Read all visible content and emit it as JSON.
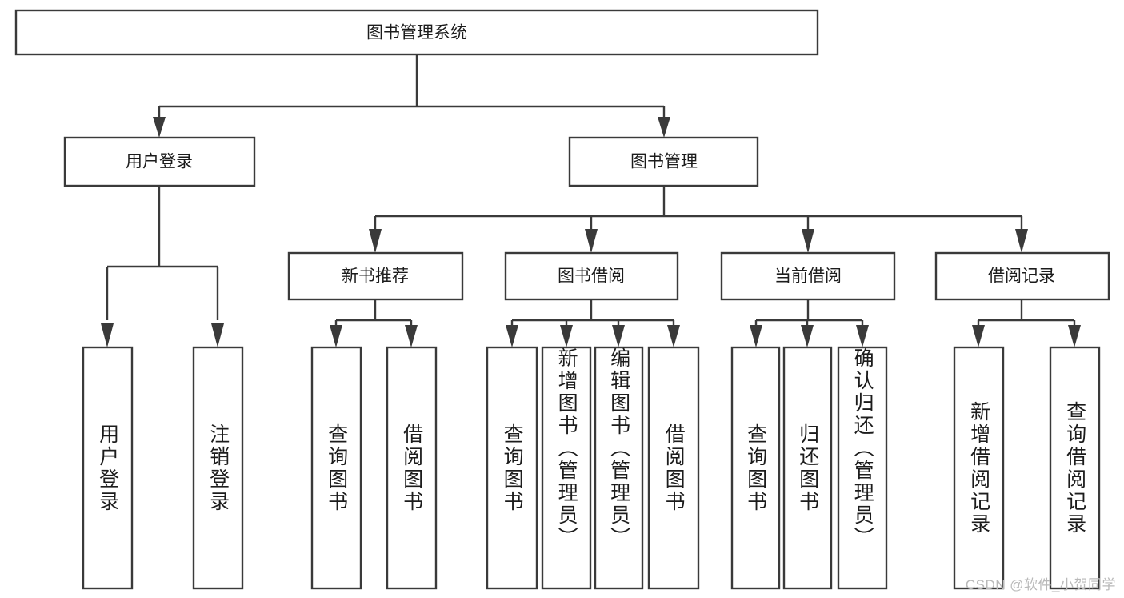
{
  "diagram": {
    "title": "图书管理系统",
    "watermark": "CSDN @软件_小贺同学",
    "colors": {
      "stroke": "#3a3a3a",
      "fill": "#ffffff",
      "text": "#1c1c1c",
      "watermark": "#b9b9b9"
    },
    "levels": {
      "root": {
        "label": "图书管理系统"
      },
      "level2": [
        {
          "label": "用户登录"
        },
        {
          "label": "图书管理"
        }
      ],
      "level3": [
        {
          "label": "新书推荐"
        },
        {
          "label": "图书借阅"
        },
        {
          "label": "当前借阅"
        },
        {
          "label": "借阅记录"
        }
      ],
      "leaves": [
        {
          "label": "用户登录",
          "parent": "用户登录"
        },
        {
          "label": "注销登录",
          "parent": "用户登录"
        },
        {
          "label": "查询图书",
          "parent": "新书推荐"
        },
        {
          "label": "借阅图书",
          "parent": "新书推荐"
        },
        {
          "label": "查询图书",
          "parent": "图书借阅"
        },
        {
          "label": "新增图书（管理员）",
          "parent": "图书借阅"
        },
        {
          "label": "编辑图书（管理员）",
          "parent": "图书借阅"
        },
        {
          "label": "借阅图书",
          "parent": "图书借阅"
        },
        {
          "label": "查询图书",
          "parent": "当前借阅"
        },
        {
          "label": "归还图书",
          "parent": "当前借阅"
        },
        {
          "label": "确认归还（管理员）",
          "parent": "当前借阅"
        },
        {
          "label": "新增借阅记录",
          "parent": "借阅记录"
        },
        {
          "label": "查询借阅记录",
          "parent": "借阅记录"
        }
      ]
    }
  }
}
